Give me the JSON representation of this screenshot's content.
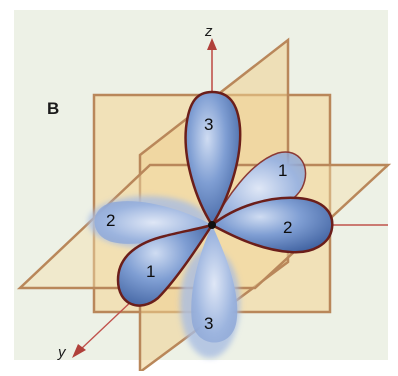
{
  "figure": {
    "panel_label": "B",
    "axes": {
      "z": "z",
      "y": "y"
    },
    "lobe_numbers": [
      "3",
      "1",
      "2",
      "2",
      "1",
      "3"
    ]
  },
  "colors": {
    "background": "#ffffff",
    "panel_bg": "#edf1e6",
    "plane_fill": "#f0d49a",
    "plane_edge": "#b9875a",
    "axis": "#c0524c",
    "lobe_blue": "#5a7fbf",
    "lobe_edge": "#6b1e1a"
  }
}
